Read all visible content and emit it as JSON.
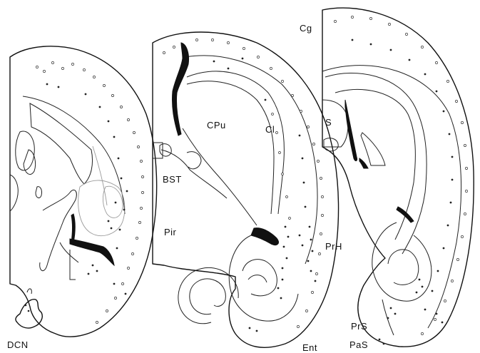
{
  "labels": {
    "cg": "Cg",
    "cpu": "CPu",
    "cl": "Cl",
    "s": "S",
    "bst": "BST",
    "pir": "Pir",
    "prh": "PrH",
    "dcn": "DCN",
    "prs": "PrS",
    "pas": "PaS",
    "ent": "Ent"
  }
}
